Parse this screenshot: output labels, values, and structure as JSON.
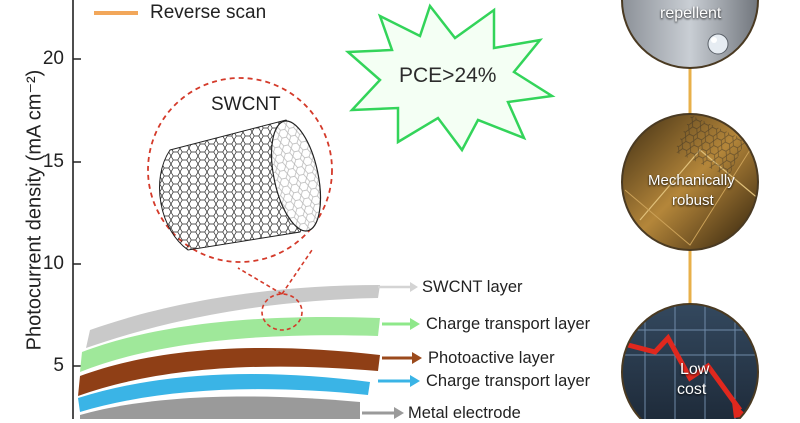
{
  "axis": {
    "ylabel": "Photocurrent density (mA cm⁻²)",
    "ticks": [
      "20",
      "15",
      "10",
      "5"
    ]
  },
  "legend": {
    "reverse_scan": "Reverse scan"
  },
  "badge": {
    "text": "PCE>24%"
  },
  "zoom": {
    "title": "SWCNT"
  },
  "layers": [
    {
      "label": "SWCNT layer",
      "color": "#bdbdbd"
    },
    {
      "label": "Charge transport layer",
      "color": "#8ee88a"
    },
    {
      "label": "Photoactive layer",
      "color": "#9b4a1c"
    },
    {
      "label": "Charge transport layer",
      "color": "#3ab4e6"
    },
    {
      "label": "Metal electrode",
      "color": "#9a9a9a"
    }
  ],
  "features": [
    {
      "text": "repellent"
    },
    {
      "line1": "Mechanically",
      "line2": "robust"
    },
    {
      "line1": "Low",
      "line2": "cost"
    }
  ],
  "colors": {
    "reverse_scan_line": "#f2a75a",
    "accent_red": "#d43a2a",
    "badge_green": "#2fd65a",
    "timeline": "#e8b04a"
  }
}
